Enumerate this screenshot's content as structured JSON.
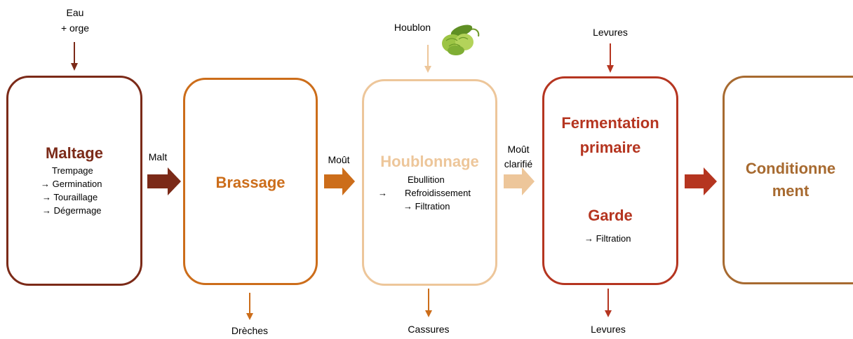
{
  "colors": {
    "maltage": "#7b2a18",
    "brassage": "#cc6d1a",
    "houblonnage": "#edc69a",
    "fermentation": "#b53520",
    "conditionnement": "#a76a30",
    "hop_green": "#8dbb3a"
  },
  "inputs": {
    "eau_orge": [
      "Eau",
      "+ orge"
    ],
    "houblon": "Houblon",
    "levures_in": "Levures"
  },
  "steps": {
    "maltage": {
      "title": "Maltage",
      "substeps": [
        "Trempage",
        "→ Germination",
        "→ Touraillage",
        "→ Dégermage"
      ]
    },
    "brassage": {
      "title": "Brassage"
    },
    "houblonnage": {
      "title": "Houblonnage",
      "substeps": [
        "Ebullition",
        "→",
        "Refroidissement",
        "→ Filtration"
      ]
    },
    "fermentation": {
      "title_lines": [
        "Fermentation",
        "primaire"
      ],
      "garde_title": "Garde",
      "garde_substep": "→ Filtration"
    },
    "conditionnement": {
      "title_lines": [
        "Conditionne",
        "ment"
      ]
    }
  },
  "transfers": {
    "malt": "Malt",
    "mout": "Moût",
    "mout_clarifie": [
      "Moût",
      "clarifié"
    ]
  },
  "outputs": {
    "dreches": "Drèches",
    "cassures": "Cassures",
    "levures_out": "Levures"
  },
  "icons": {
    "hop": "hop-cone-icon"
  }
}
